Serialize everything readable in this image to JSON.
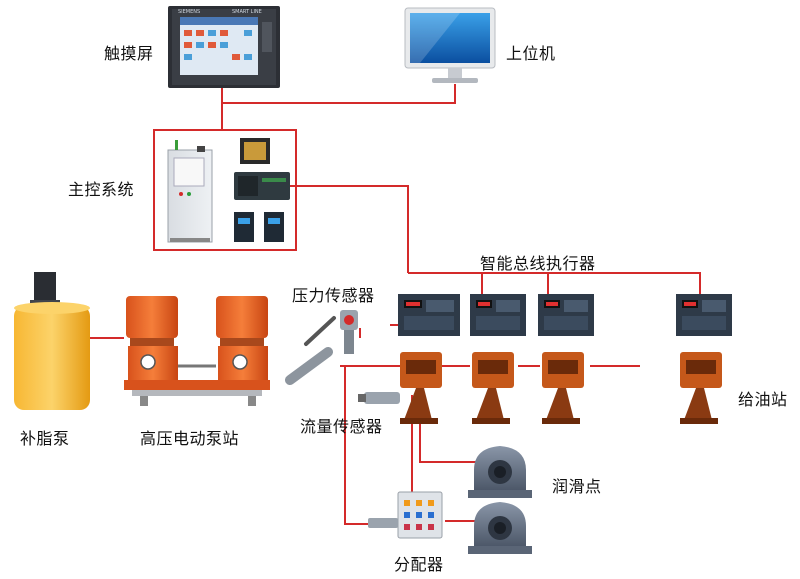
{
  "labels": {
    "touchscreen": "触摸屏",
    "host_computer": "上位机",
    "main_control": "主控系统",
    "bus_actuator": "智能总线执行器",
    "pressure_sensor": "压力传感器",
    "flow_sensor": "流量传感器",
    "grease_supply_pump": "补脂泵",
    "hp_pump_station": "高压电动泵站",
    "oil_station": "给油站",
    "lubrication_point": "润滑点",
    "distributor": "分配器"
  },
  "hmi": {
    "brand": "SIEMENS",
    "model": "SMART LINE"
  },
  "colors": {
    "line": "#d42a2a",
    "orange": "#e8602a",
    "yellow": "#f5a623",
    "steel": "#3b4b5e"
  }
}
